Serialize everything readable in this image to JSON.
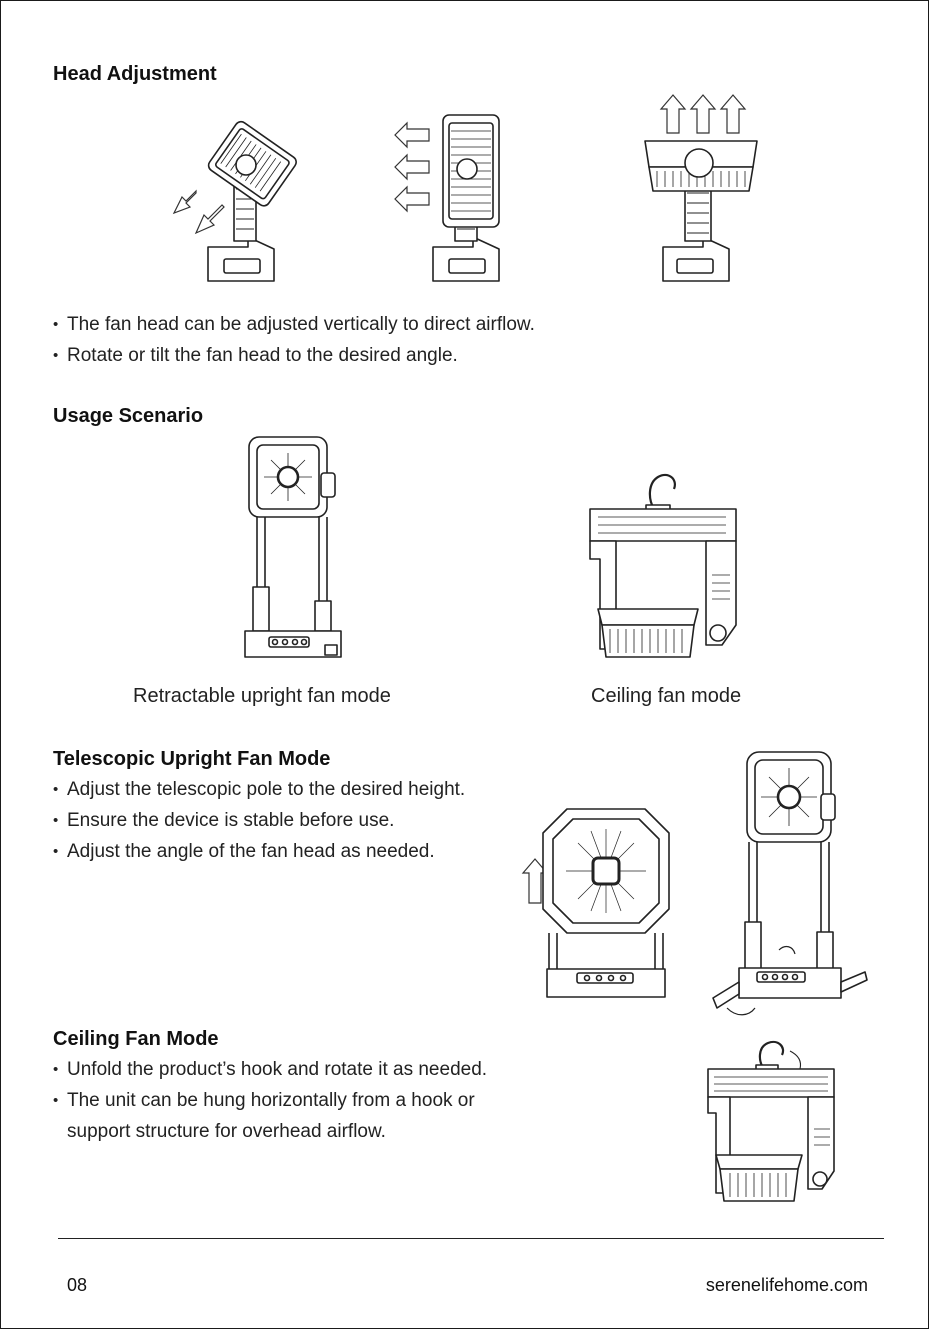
{
  "sections": {
    "head_adjustment": {
      "title": "Head Adjustment",
      "bullets": [
        "The fan head can be adjusted vertically to direct airflow.",
        "Rotate or tilt the fan head to the desired angle."
      ]
    },
    "usage_scenario": {
      "title": "Usage Scenario",
      "captions": [
        "Retractable upright fan mode",
        "Ceiling fan mode"
      ]
    },
    "telescopic": {
      "title": "Telescopic Upright Fan Mode",
      "bullets": [
        "Adjust the telescopic pole to the desired height.",
        "Ensure the device is stable before use.",
        "Adjust the angle of the fan head as needed."
      ]
    },
    "ceiling": {
      "title": "Ceiling Fan Mode",
      "bullets": [
        "Unfold the product’s hook and rotate it as needed.",
        "The unit can be hung horizontally from a hook or",
        "support structure for overhead airflow."
      ]
    }
  },
  "footer": {
    "page_number": "08",
    "website": "serenelifehome.com"
  },
  "icons": [
    "tilted-fan-illustration",
    "horizontal-airflow-illustration",
    "upward-airflow-illustration",
    "upright-fan-illustration",
    "ceiling-fan-illustration",
    "arrow-icon"
  ]
}
